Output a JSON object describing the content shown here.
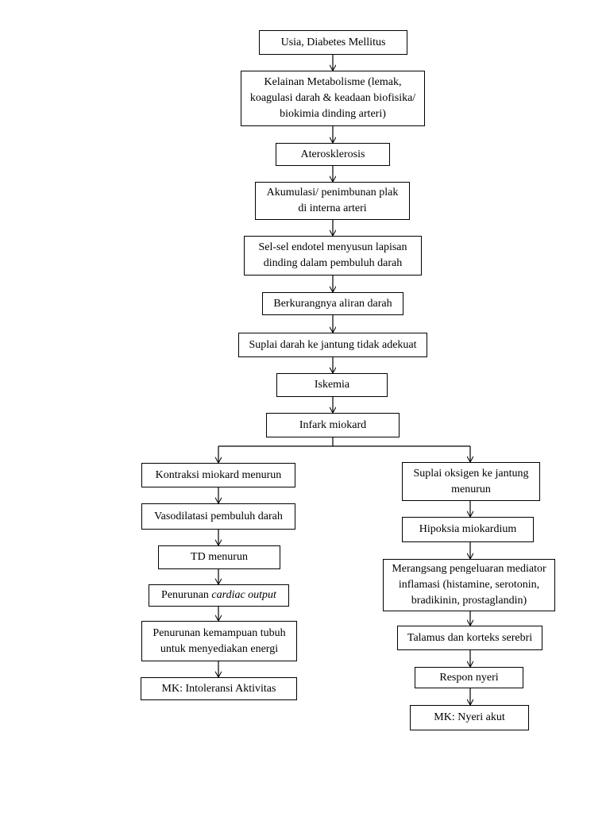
{
  "nodes": {
    "usia": "Usia, Diabetes Mellitus",
    "kelainan": [
      "Kelainan Metabolisme (lemak,",
      "koagulasi darah & keadaan biofisika/",
      "biokimia dinding arteri)"
    ],
    "aterosklerosis": "Aterosklerosis",
    "akumulasi": [
      "Akumulasi/ penimbunan plak",
      "di interna arteri"
    ],
    "selsel": [
      "Sel-sel endotel menyusun lapisan",
      "dinding dalam pembuluh darah"
    ],
    "berkurangnya": "Berkurangnya aliran darah",
    "suplai_darah": "Suplai darah ke jantung tidak adekuat",
    "iskemia": "Iskemia",
    "infark": "Infark miokard",
    "left": {
      "kontraksi": "Kontraksi miokard menurun",
      "vasodilatasi": "Vasodilatasi pembuluh darah",
      "td": "TD menurun",
      "penurunan_co_prefix": "Penurunan ",
      "penurunan_co_italic": "cardiac output",
      "kemampuan": [
        "Penurunan kemampuan tubuh",
        "untuk menyediakan energi"
      ],
      "mk": "MK: Intoleransi Aktivitas"
    },
    "right": {
      "suplai_oksigen": [
        "Suplai oksigen ke jantung",
        "menurun"
      ],
      "hipoksia": "Hipoksia miokardium",
      "merangsang": [
        "Merangsang pengeluaran mediator",
        "inflamasi (histamine, serotonin,",
        "bradikinin, prostaglandin)"
      ],
      "talamus": "Talamus dan korteks serebri",
      "respon": "Respon nyeri",
      "mk": "MK: Nyeri akut"
    }
  }
}
